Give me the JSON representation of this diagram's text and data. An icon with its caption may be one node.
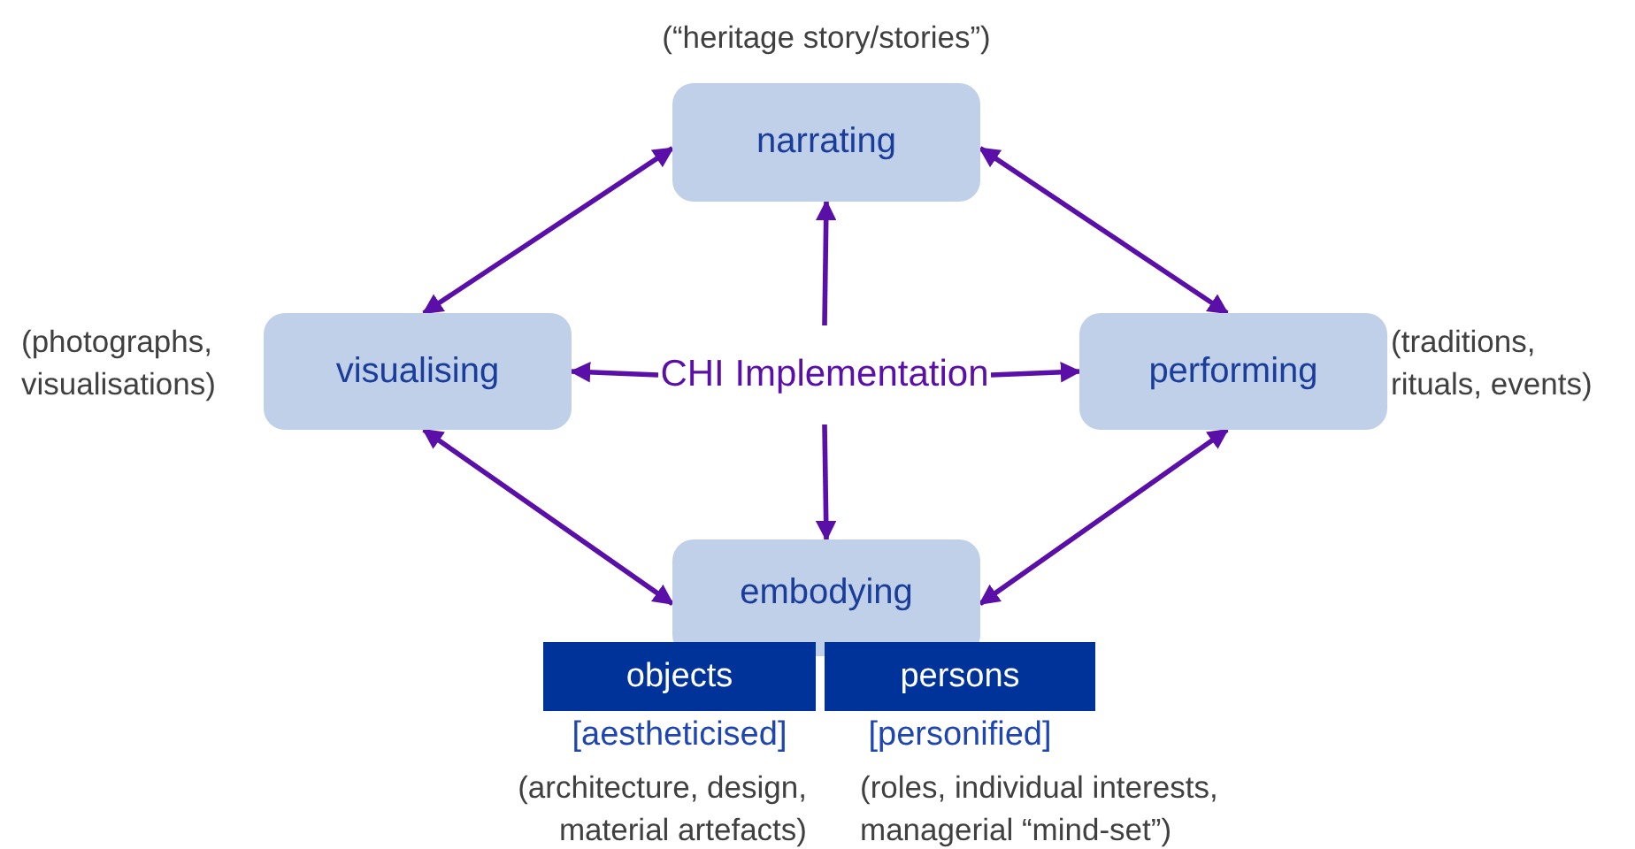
{
  "diagram": {
    "nodes": [
      {
        "text": [
          "narrating"
        ],
        "beside": [
          "(“heritage story/stories”)"
        ]
      },
      {
        "text": [
          "visualising"
        ],
        "beside": [
          "(photographs, visualisations)"
        ]
      },
      {
        "text": [
          "CHI Implementation"
        ]
      },
      {
        "text": [
          "performing"
        ],
        "beside": [
          "(traditions, rituals, events)"
        ]
      },
      {
        "text": [
          "embodying"
        ]
      },
      {
        "text": [
          "objects"
        ],
        "beside": [
          "[aestheticised]",
          "(architecture, design, material artefacts)"
        ]
      },
      {
        "text": [
          "persons"
        ],
        "beside": [
          "[personified]",
          "(roles, individual interests, managerial “mind-set”)"
        ]
      }
    ],
    "edges": [
      {
        "from": 2,
        "to": 0,
        "arrow": "to"
      },
      {
        "from": 2,
        "to": 1,
        "arrow": "to"
      },
      {
        "from": 2,
        "to": 3,
        "arrow": "to"
      },
      {
        "from": 2,
        "to": 4,
        "arrow": "to"
      },
      {
        "from": 0,
        "to": 1,
        "arrow": "both"
      },
      {
        "from": 0,
        "to": 3,
        "arrow": "both"
      },
      {
        "from": 1,
        "to": 4,
        "arrow": "both"
      },
      {
        "from": 3,
        "to": 4,
        "arrow": "both"
      }
    ]
  }
}
